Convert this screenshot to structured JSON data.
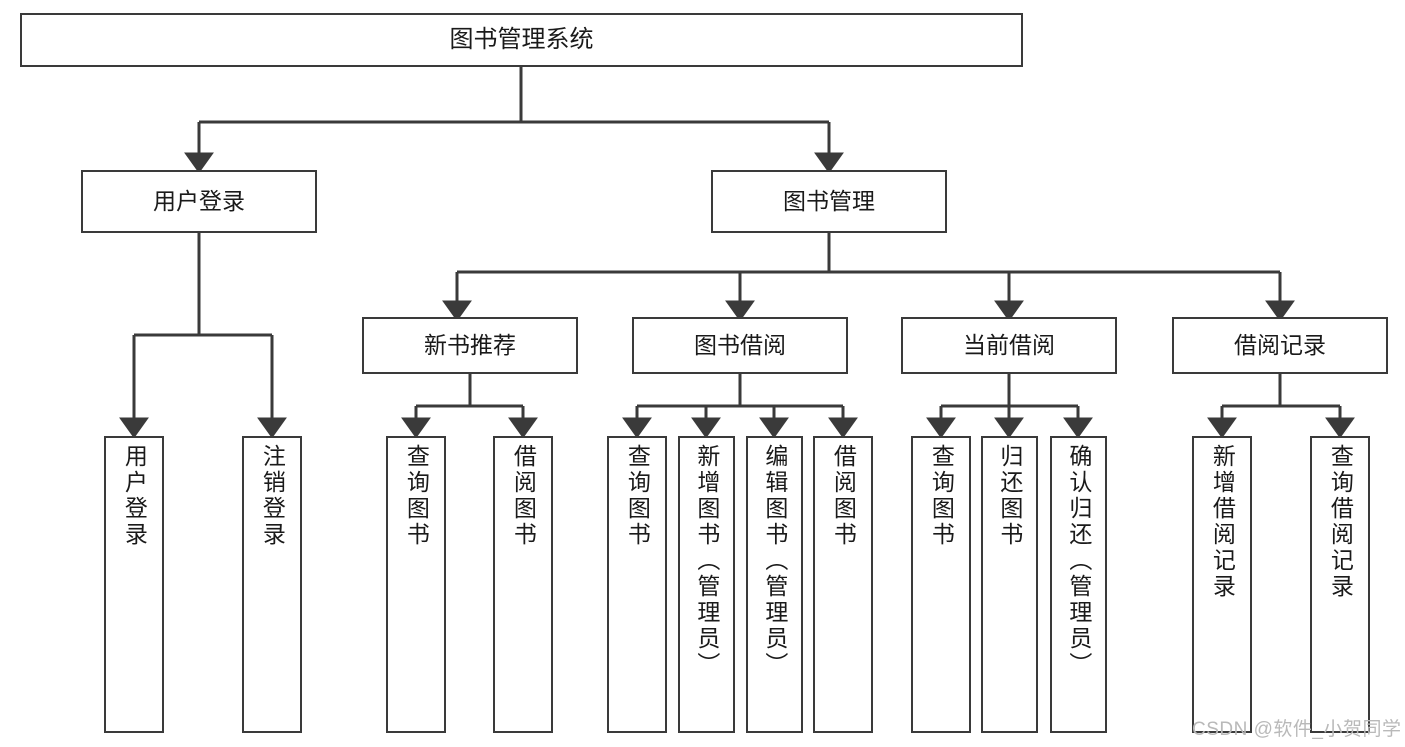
{
  "diagram": {
    "title_node": {
      "label": "图书管理系统"
    },
    "level2": [
      {
        "label": "用户登录"
      },
      {
        "label": "图书管理"
      }
    ],
    "level3": [
      {
        "label": "新书推荐"
      },
      {
        "label": "图书借阅"
      },
      {
        "label": "当前借阅"
      },
      {
        "label": "借阅记录"
      }
    ],
    "leaves": {
      "user_login": [
        {
          "label": "用户登录"
        },
        {
          "label": "注销登录"
        }
      ],
      "new_book_recommend": [
        {
          "label": "查询图书"
        },
        {
          "label": "借阅图书"
        }
      ],
      "book_borrow": [
        {
          "label": "查询图书"
        },
        {
          "label": "新增图书（管理员）"
        },
        {
          "label": "编辑图书（管理员）"
        },
        {
          "label": "借阅图书"
        }
      ],
      "current_borrow": [
        {
          "label": "查询图书"
        },
        {
          "label": "归还图书"
        },
        {
          "label": "确认归还（管理员）"
        }
      ],
      "borrow_record": [
        {
          "label": "新增借阅记录"
        },
        {
          "label": "查询借阅记录"
        }
      ]
    }
  },
  "watermark": {
    "text": "CSDN @软件_小贺同学"
  },
  "colors": {
    "border": "#3a3a3a",
    "background": "#ffffff",
    "text": "#1a1a1a",
    "watermark": "#b9b9b9"
  }
}
